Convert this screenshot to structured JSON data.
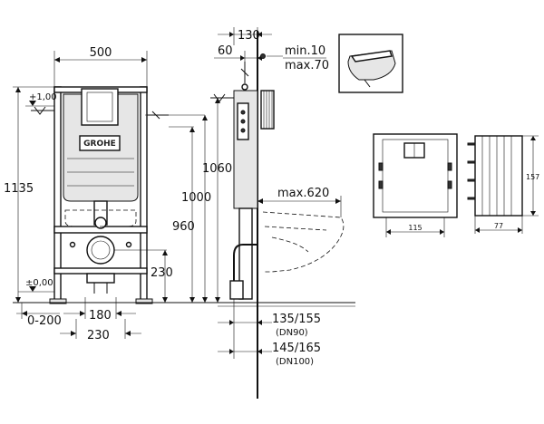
{
  "front_view": {
    "width": "500",
    "height_total": "1135",
    "level_top": "+1,00",
    "level_bottom": "±0,00",
    "logo": "GROHE",
    "height_960": "960",
    "height_1000": "1000",
    "drain_height": "230",
    "bottom_range": "0-200",
    "bolt_spacing": "180",
    "drain_spacing": "230"
  },
  "side_view": {
    "depth_130": "130",
    "offset_60": "60",
    "wall_min": "min.10",
    "wall_max": "max.70",
    "height_1060": "1060",
    "bowl_max": "max.620",
    "pipe_dn90": "135/155",
    "pipe_dn90_label": "(DN90)",
    "pipe_dn100": "145/165",
    "pipe_dn100_label": "(DN100)"
  },
  "plate_views": {
    "plate_width": "115",
    "box_depth": "77",
    "box_height": "157"
  }
}
